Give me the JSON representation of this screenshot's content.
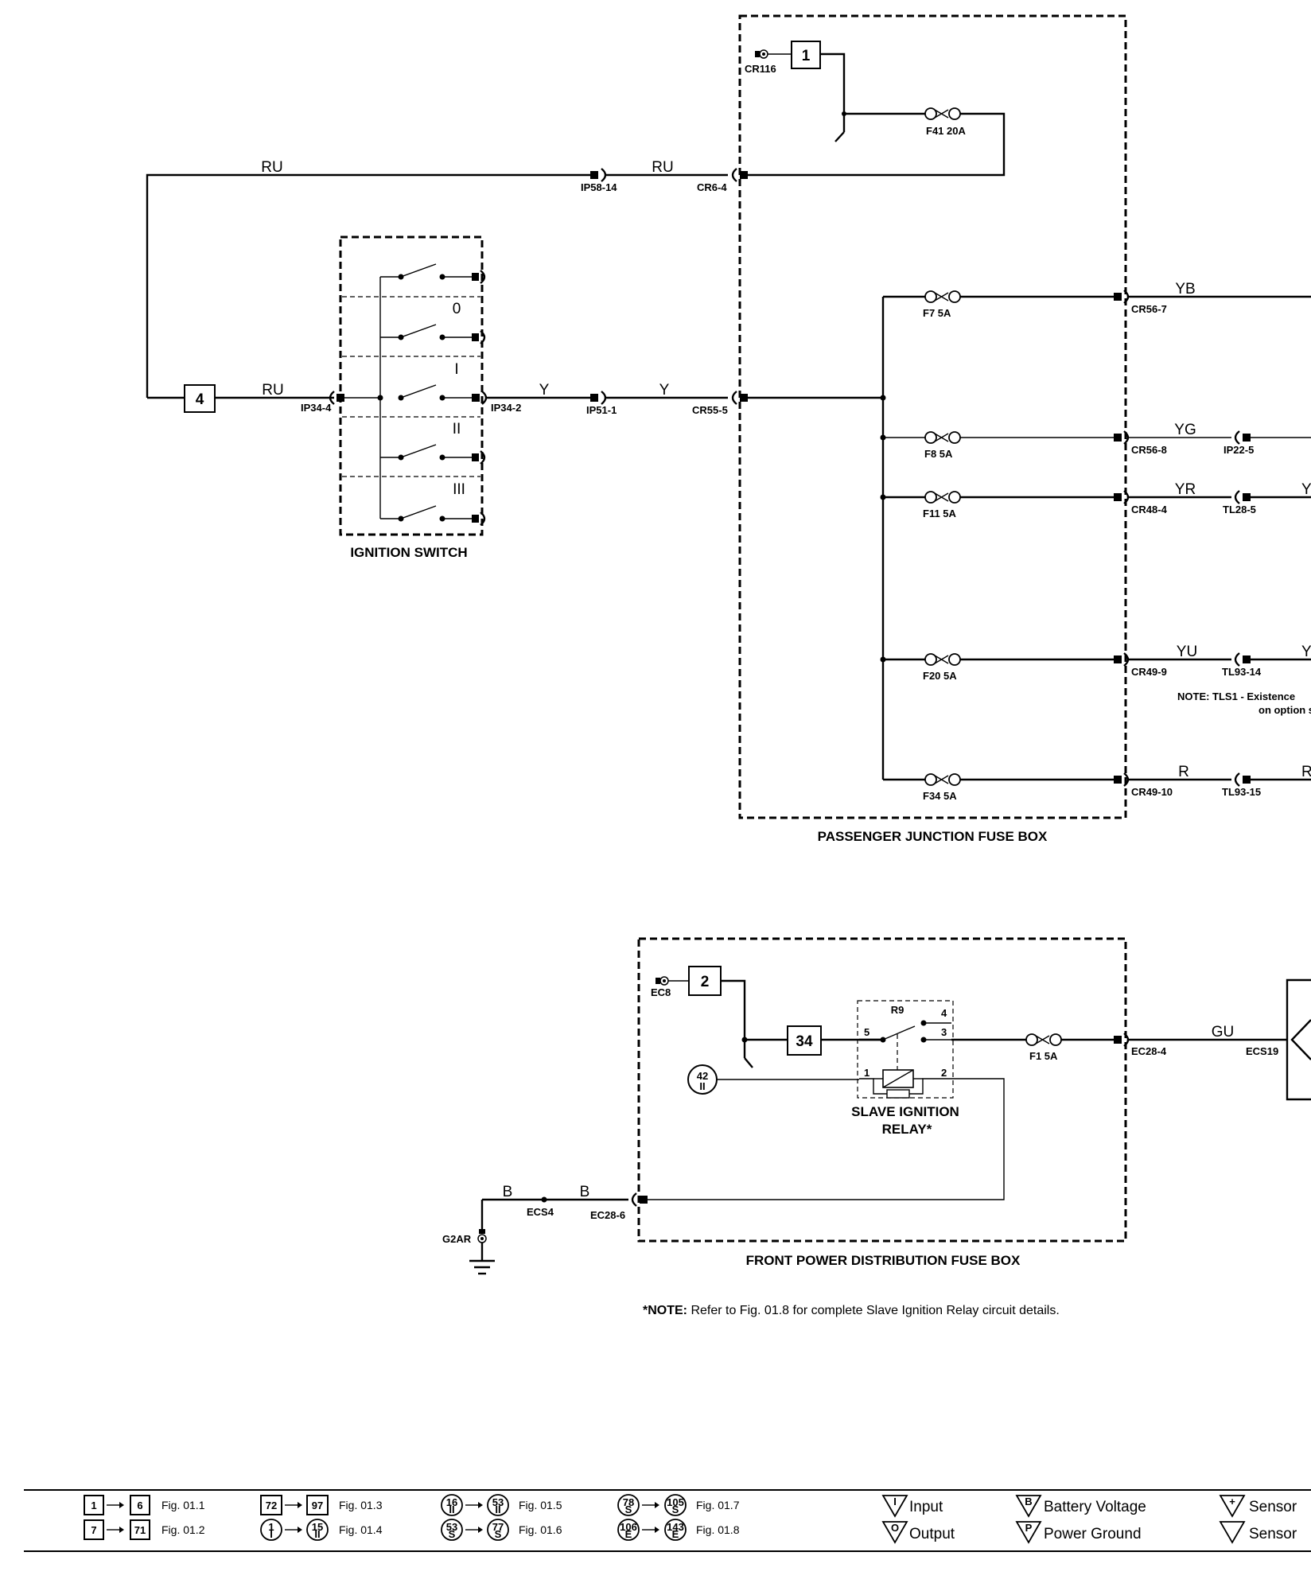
{
  "passenger_box": {
    "title": "PASSENGER JUNCTION FUSE BOX",
    "feed_ref": "1",
    "feed_connector": "CR116",
    "fuses": [
      {
        "id": "F41",
        "label": "F41 20A"
      },
      {
        "id": "F7",
        "label": "F7 5A"
      },
      {
        "id": "F8",
        "label": "F8 5A"
      },
      {
        "id": "F11",
        "label": "F11 5A"
      },
      {
        "id": "F20",
        "label": "F20 5A"
      },
      {
        "id": "F34",
        "label": "F34 5A"
      }
    ],
    "connectors": {
      "cr6": "CR6-4",
      "cr55": "CR55-5",
      "out1": "CR56-7",
      "out2": "CR56-8",
      "out3": "CR48-4",
      "out4": "CR49-9",
      "out5": "CR49-10"
    }
  },
  "ignition": {
    "title": "IGNITION SWITCH",
    "positions": [
      "0",
      "I",
      "II",
      "III"
    ],
    "in_connector": "IP34-4",
    "out_connector": "IP34-2",
    "ref": "4"
  },
  "wires": {
    "top_left": "RU",
    "top_right": "RU",
    "ign_in": "RU",
    "ign_out": "Y",
    "y2": "Y",
    "out1": "YB",
    "out2": "YG",
    "out3": "YR",
    "out3_cut": "Y",
    "out4": "YU",
    "out4_cut": "Y",
    "out5": "R",
    "out5_cut": "R",
    "front_out": "GU",
    "ground1": "B",
    "ground2": "B"
  },
  "connectors": {
    "ip58": "IP58-14",
    "ip51": "IP51-1",
    "ip22": "IP22-5",
    "tl28": "TL28-5",
    "tl93_14": "TL93-14",
    "tl93_15": "TL93-15",
    "ec28_4": "EC28-4",
    "ecs19": "ECS19",
    "ec28_6": "EC28-6",
    "ecs4": "ECS4",
    "g2ar": "G2AR",
    "ec8": "EC8"
  },
  "side_note": {
    "line1": "NOTE: TLS1 - Existence",
    "line2": "on option sp"
  },
  "front_box": {
    "title": "FRONT POWER DISTRIBUTION FUSE BOX",
    "feed_ref": "2",
    "ref_34": "34",
    "ref_42": "42",
    "ref_42_sub": "II",
    "relay_id": "R9",
    "relay_pins": [
      "1",
      "2",
      "3",
      "4",
      "5"
    ],
    "relay_title1": "SLAVE IGNITION",
    "relay_title2": "RELAY*",
    "fuse": "F1 5A"
  },
  "footnote": {
    "bold": "*NOTE:",
    "text": " Refer to Fig. 01.8 for complete Slave Ignition Relay circuit details."
  },
  "legend": {
    "ranges": [
      {
        "from": "1",
        "to": "6",
        "fig": "Fig. 01.1",
        "shape": "square"
      },
      {
        "from": "7",
        "to": "71",
        "fig": "Fig. 01.2",
        "shape": "square"
      },
      {
        "from": "72",
        "to": "97",
        "fig": "Fig. 01.3",
        "shape": "square"
      },
      {
        "from": "1",
        "from_sub": "I",
        "to": "15",
        "to_sub": "II",
        "fig": "Fig. 01.4",
        "shape": "circle"
      },
      {
        "from": "16",
        "from_sub": "II",
        "to": "53",
        "to_sub": "II",
        "fig": "Fig. 01.5",
        "shape": "circle"
      },
      {
        "from": "53",
        "from_sub": "S",
        "to": "77",
        "to_sub": "S",
        "fig": "Fig. 01.6",
        "shape": "circle"
      },
      {
        "from": "78",
        "from_sub": "S",
        "to": "105",
        "to_sub": "S",
        "fig": "Fig. 01.7",
        "shape": "circle"
      },
      {
        "from": "106",
        "from_sub": "E",
        "to": "143",
        "to_sub": "E",
        "fig": "Fig. 01.8",
        "shape": "circle"
      }
    ],
    "symbols": [
      {
        "glyph": "I",
        "label": "Input"
      },
      {
        "glyph": "O",
        "label": "Output"
      },
      {
        "glyph": "B",
        "label": "Battery Voltage"
      },
      {
        "glyph": "P",
        "label": "Power Ground"
      },
      {
        "glyph": "+",
        "label": "Sensor"
      },
      {
        "glyph": "",
        "label": "Sensor"
      }
    ]
  }
}
